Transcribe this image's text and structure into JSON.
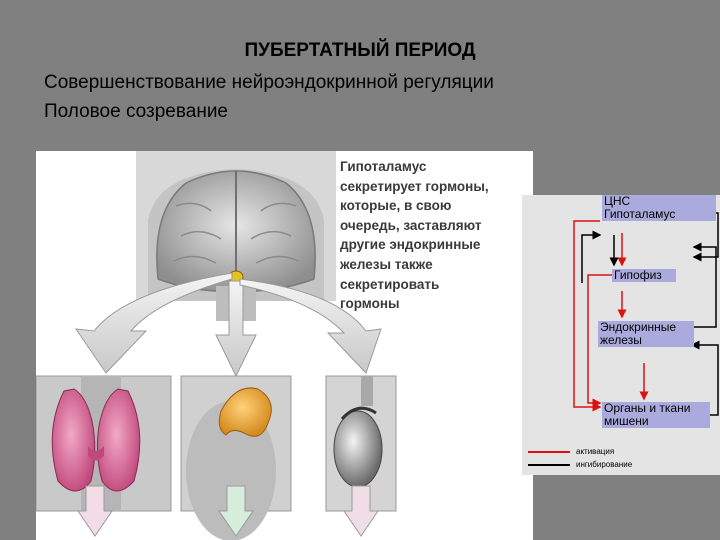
{
  "slide": {
    "title": "ПУБЕРТАТНЫЙ ПЕРИОД",
    "subtitle_lines": [
      "Совершенствование  нейроэндокринной регуляции",
      "Половое созревание"
    ]
  },
  "illustration": {
    "caption_lines": [
      "Гипоталамус",
      "секретирует гормоны,",
      "которые, в свою",
      "очередь, заставляют",
      "другие эндокринные",
      "железы также",
      "секретировать",
      "гормоны"
    ],
    "organs": [
      "brain",
      "hypothalamus",
      "thyroid",
      "adrenal",
      "testis"
    ]
  },
  "scheme": {
    "boxes": {
      "cns": [
        "ЦНС",
        "Гипоталамус"
      ],
      "pituitary": [
        "Гипофиз"
      ],
      "endocrine": [
        "Эндокринные",
        "железы"
      ],
      "targets": [
        "Органы и ткани",
        "мишени"
      ]
    },
    "legend": {
      "activation": "активация",
      "inhibition": "ингибирование"
    },
    "colors": {
      "activation": "#dd1111",
      "inhibition": "#000000",
      "box_fill": "#aaaadc"
    }
  }
}
